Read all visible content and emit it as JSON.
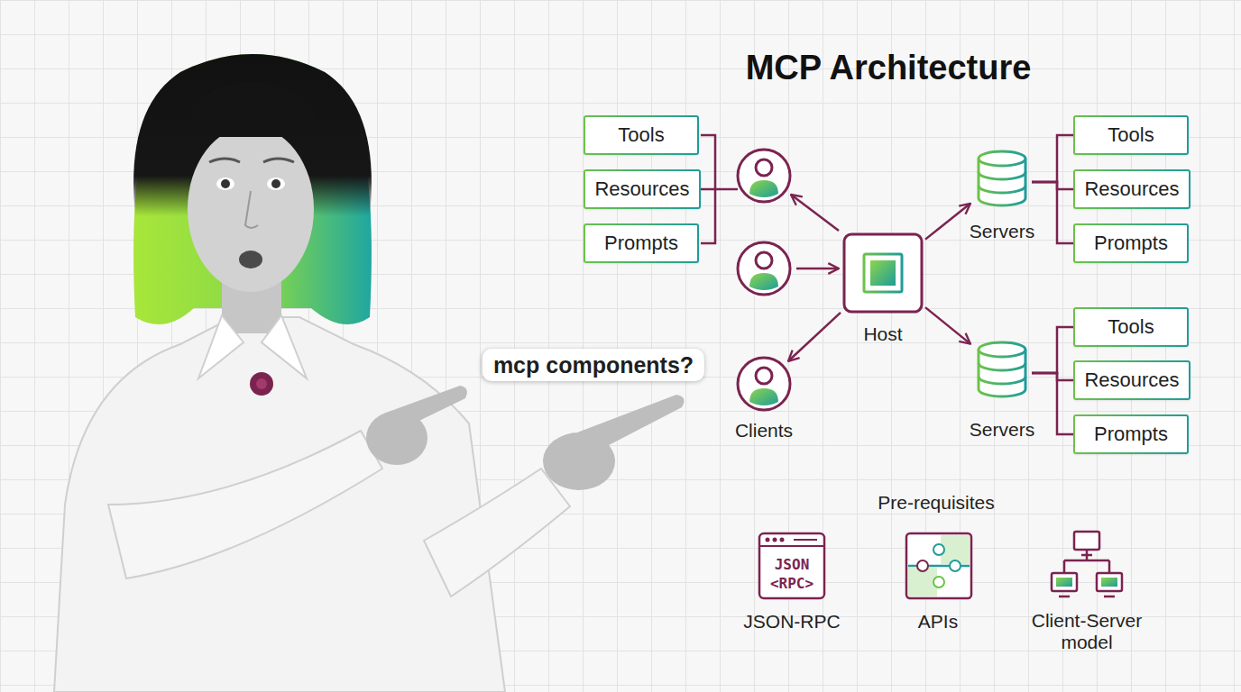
{
  "diagram": {
    "title": "MCP Architecture",
    "nodes": [
      {
        "text": [
          "Tools"
        ]
      },
      {
        "text": [
          "Resources"
        ]
      },
      {
        "text": [
          "Prompts"
        ]
      },
      {
        "text": [
          "Host"
        ]
      },
      {
        "text": [
          "Clients"
        ]
      },
      {
        "text": [
          "Servers"
        ]
      },
      {
        "text": [
          "Tools"
        ]
      },
      {
        "text": [
          "Resources"
        ]
      },
      {
        "text": [
          "Prompts"
        ]
      },
      {
        "text": [
          "Servers"
        ]
      },
      {
        "text": [
          "Tools"
        ]
      },
      {
        "text": [
          "Resources"
        ]
      },
      {
        "text": [
          "Prompts"
        ]
      }
    ],
    "edges": [
      {
        "from": 3,
        "to": 4,
        "arrow": "to"
      },
      {
        "from": 3,
        "to": 5,
        "arrow": "to"
      },
      {
        "from": 3,
        "to": 9,
        "arrow": "to"
      },
      {
        "from": 5,
        "to": 6,
        "arrow": "none"
      },
      {
        "from": 5,
        "to": 7,
        "arrow": "none"
      },
      {
        "from": 5,
        "to": 8,
        "arrow": "none"
      },
      {
        "from": 9,
        "to": 10,
        "arrow": "none"
      },
      {
        "from": 9,
        "to": 11,
        "arrow": "none"
      },
      {
        "from": 9,
        "to": 12,
        "arrow": "none"
      }
    ],
    "labels": [
      "mcp components?",
      "Pre-requisites",
      "JSON",
      "<RPC>",
      "JSON-RPC",
      "APIs",
      "Client-Server model"
    ]
  }
}
